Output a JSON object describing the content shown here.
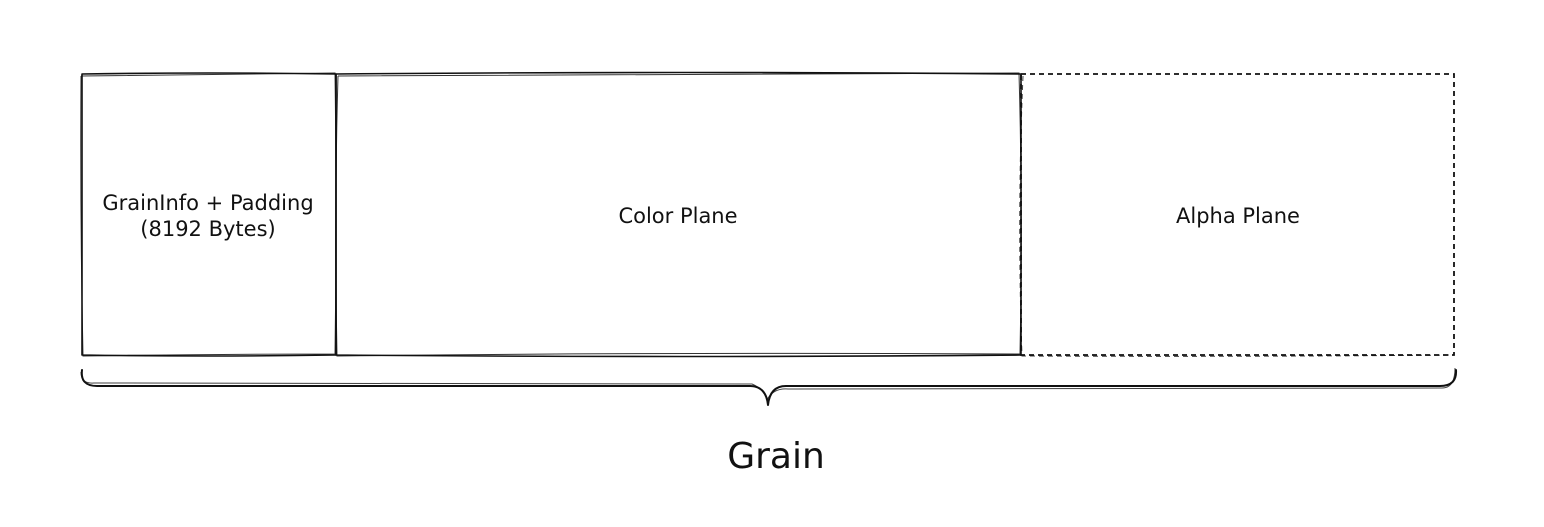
{
  "diagram": {
    "segments": [
      {
        "id": "graininfo",
        "lines": [
          "GrainInfo + Padding",
          "(8192 Bytes)"
        ],
        "border": "solid"
      },
      {
        "id": "color",
        "lines": [
          "Color Plane"
        ],
        "border": "solid"
      },
      {
        "id": "alpha",
        "lines": [
          "Alpha Plane"
        ],
        "border": "dashed"
      }
    ],
    "brace_label": "Grain",
    "colors": {
      "stroke": "#111111",
      "background": "#ffffff"
    }
  }
}
